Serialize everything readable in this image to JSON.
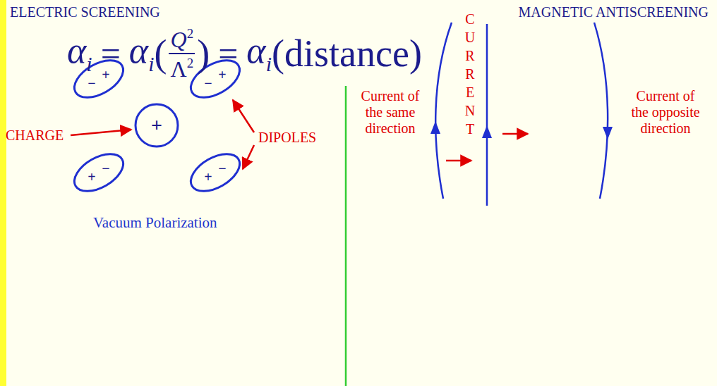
{
  "diagram": {
    "nodes": [
      {
        "text": [
          "+",
          "−"
        ]
      },
      {
        "text": [
          "+",
          "−"
        ]
      },
      {
        "text": [
          "+"
        ]
      },
      {
        "text": [
          "−",
          "+"
        ]
      },
      {
        "text": [
          "−",
          "+"
        ]
      }
    ],
    "labels": [
      "ELECTRIC SCREENING",
      "MAGNETIC ANTISCREENING",
      "α",
      "i",
      "=",
      "α",
      "i",
      "(",
      "Q",
      "2",
      "Λ",
      "2",
      ")",
      "=",
      "α",
      "i",
      "(distance)",
      "CHARGE",
      "DIPOLES",
      "Vacuum Polarization",
      "CURRENT",
      "Current of the same direction",
      "Current of the opposite direction"
    ]
  }
}
